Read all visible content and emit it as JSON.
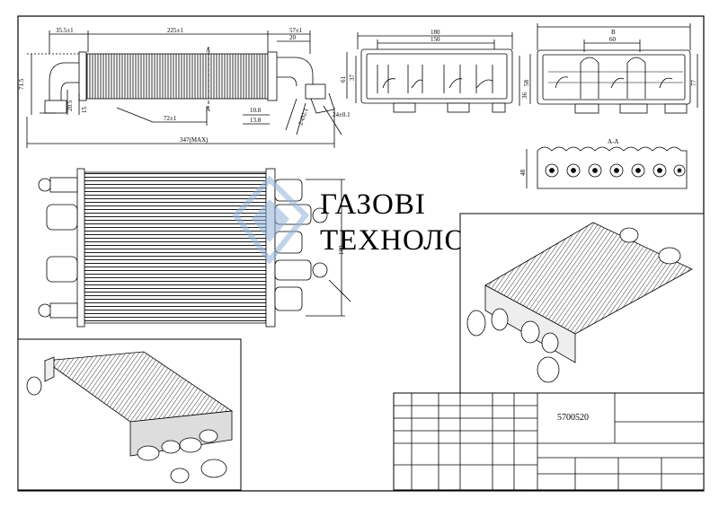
{
  "watermark": {
    "line1": "ГАЗОВІ",
    "line2": "ТЕХНОЛОГІІ"
  },
  "title_block": {
    "part_number": "5700520"
  },
  "dims_side": {
    "d35_5": "35.5±1",
    "d225": "225±1",
    "d57": "57±1",
    "d20": "20",
    "d71_5": "71.5",
    "d20_5": "20.5",
    "d15": "15",
    "d72": "72±1",
    "d10_8": "10.8",
    "d13_8": "13.8",
    "d347": "347(MAX)",
    "d2x2": "2-Ø2.1",
    "d24": "24±0.1",
    "sec_a": "A"
  },
  "dims_front": {
    "d180": "180",
    "d150": "150",
    "d61": "61",
    "d37": "37",
    "d36": "36"
  },
  "dims_rear": {
    "d_b": "B",
    "d60": "60",
    "d58": "58",
    "d77": "77"
  },
  "dims_section": {
    "title": "A-A",
    "d48": "48"
  },
  "dims_plan": {
    "d169": "169"
  },
  "colors": {
    "line": "#000000",
    "watermark": "#b9bdc8",
    "watermark_icon": "#8fb2d8"
  }
}
